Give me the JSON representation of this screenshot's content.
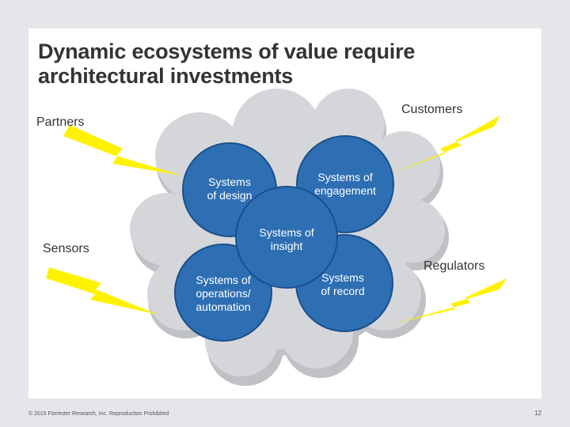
{
  "slide": {
    "title_line1": "Dynamic ecosystems of value require",
    "title_line2": "architectural investments"
  },
  "actors": {
    "partners": "Partners",
    "customers": "Customers",
    "sensors": "Sensors",
    "regulators": "Regulators"
  },
  "systems": {
    "design": "Systems\nof design",
    "engagement": "Systems of\nengagement",
    "insight": "Systems of\ninsight",
    "operations": "Systems of\noperations/\nautomation",
    "record": "Systems\nof record"
  },
  "colors": {
    "circle_fill": "#2e6fb3",
    "circle_stroke": "#1b4f8c",
    "cloud_light": "#d4d6da",
    "cloud_dark": "#bfc1c5",
    "bolt": "#fff200"
  },
  "footer": {
    "copyright": "© 2015 Forrester Research, Inc. Reproduction Prohibited",
    "page": "12"
  }
}
